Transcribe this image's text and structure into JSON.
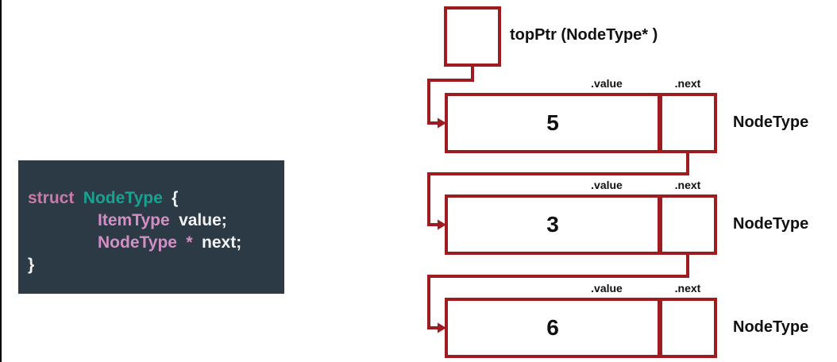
{
  "colors": {
    "diagram_red": "#9e1b1f",
    "code_bg": "#2b3a44",
    "code_keyword": "#c77ba9",
    "code_type_teal": "#17a293",
    "code_type_pink": "#d38fc5",
    "code_text": "#f4f4f4",
    "text_black": "#111111",
    "edge_line": "#000000"
  },
  "code_block": {
    "line1": {
      "keyword": "struct",
      "type_name": "NodeType",
      "open_brace": "{"
    },
    "line2": {
      "type_name": "ItemType",
      "declaration": "value;"
    },
    "line3": {
      "type_name": "NodeType",
      "pointer_star": "*",
      "declaration": "next;"
    },
    "line4": {
      "close_brace": "}"
    }
  },
  "diagram": {
    "pointer_label": "topPtr (NodeType* )",
    "value_field_label": ".value",
    "next_field_label": ".next",
    "node_type_label": "NodeType",
    "nodes": [
      {
        "value": "5"
      },
      {
        "value": "3"
      },
      {
        "value": "6"
      }
    ]
  }
}
